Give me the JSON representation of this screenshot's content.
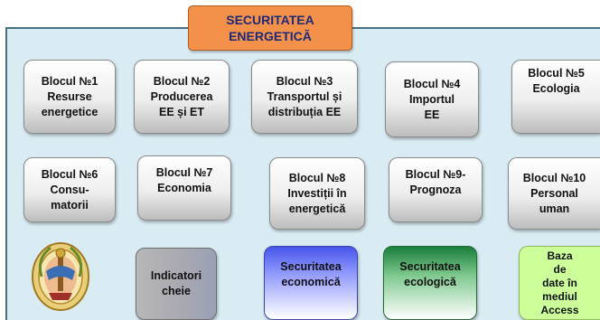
{
  "title": [
    "SECURITATEA",
    "ENERGETICĂ"
  ],
  "row1": [
    [
      "Blocul №1",
      "Resurse",
      "energetice"
    ],
    [
      "Blocul  №2",
      "Producerea",
      "EE și ET"
    ],
    [
      "Blocul №3",
      "Transportul și",
      "distribuția EE"
    ],
    [
      "Blocul №4",
      "Importul",
      "EE"
    ],
    [
      "Blocul №5",
      "Ecologia"
    ]
  ],
  "row2": [
    [
      "Blocul №6",
      "Consu-",
      "matorii"
    ],
    [
      "Blocul  №7",
      "Economia"
    ],
    [
      "Blocul №8",
      "Investiții în",
      "energetică"
    ],
    [
      "Blocul №9-",
      "Prognoza"
    ],
    [
      "Blocul №10",
      "Personal",
      "uman"
    ]
  ],
  "row3": {
    "emblem": "university-emblem-icon",
    "indicators": [
      "Indicatori",
      "cheie"
    ],
    "economic": [
      "Securitatea",
      "economică"
    ],
    "ecological": [
      "Securitatea",
      "ecologică"
    ],
    "database": [
      "Baza",
      "de",
      "date în",
      "mediul",
      "Access"
    ]
  }
}
